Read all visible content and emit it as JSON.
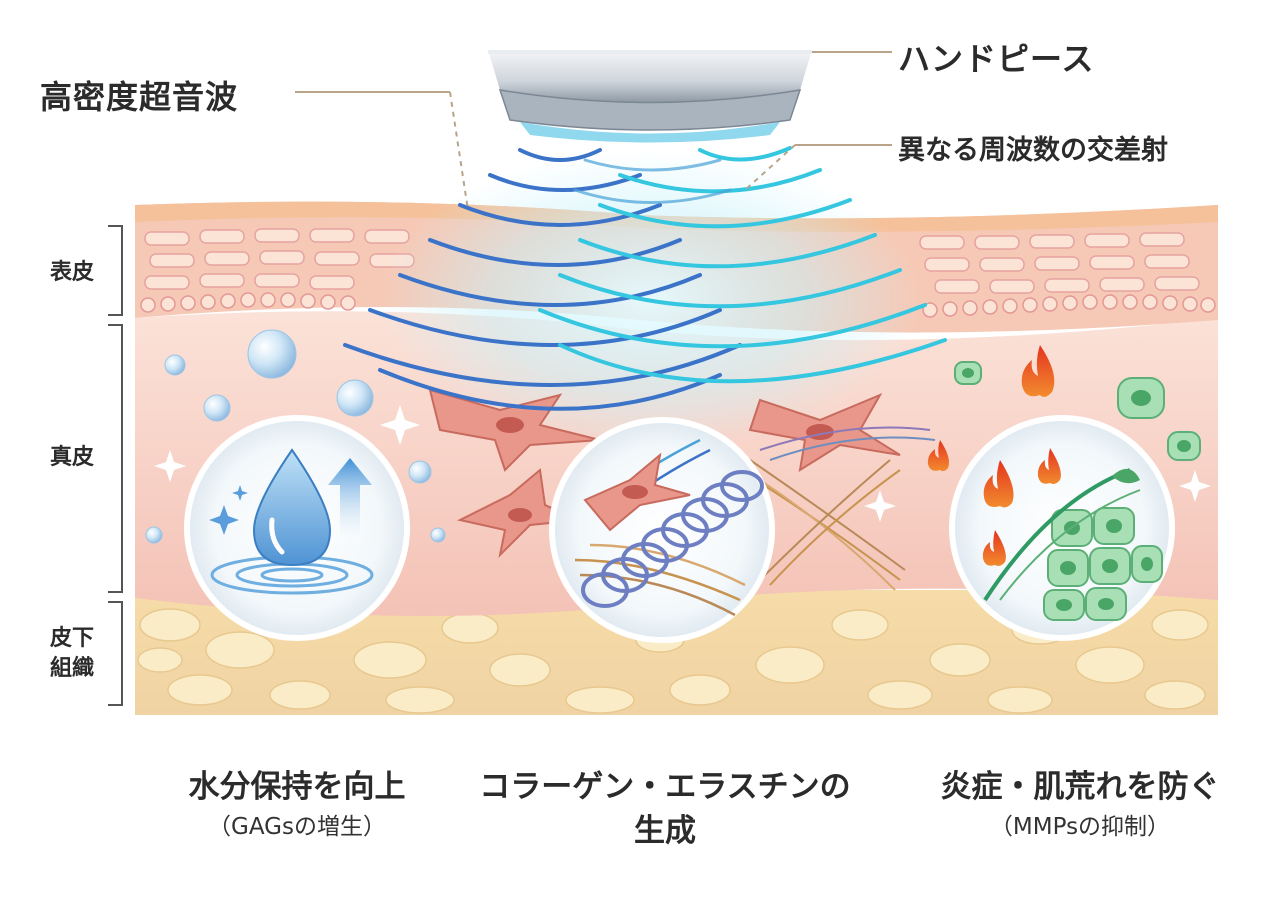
{
  "callouts": {
    "hifu": "高密度超音波",
    "handpiece": "ハンドピース",
    "cross_shot": "異なる周波数の交差射"
  },
  "layers": {
    "epidermis": "表皮",
    "dermis": "真皮",
    "subcutis_line1": "皮下",
    "subcutis_line2": "組織"
  },
  "benefits": [
    {
      "main": "水分保持を向上",
      "sub": "（GAGsの増生）"
    },
    {
      "main_line1": "コラーゲン・エラスチンの",
      "main_line2": "生成"
    },
    {
      "main": "炎症・肌荒れを防ぐ",
      "sub": "（MMPsの抑制）"
    }
  ],
  "colors": {
    "skin_top": "#f6c9a8",
    "dermis": "#f7d3c8",
    "fat": "#f3dcae",
    "wave_blue": "#3b73c9",
    "wave_cyan": "#35c6e0",
    "text": "#2b2b2b",
    "leader": "#b9a48a"
  }
}
